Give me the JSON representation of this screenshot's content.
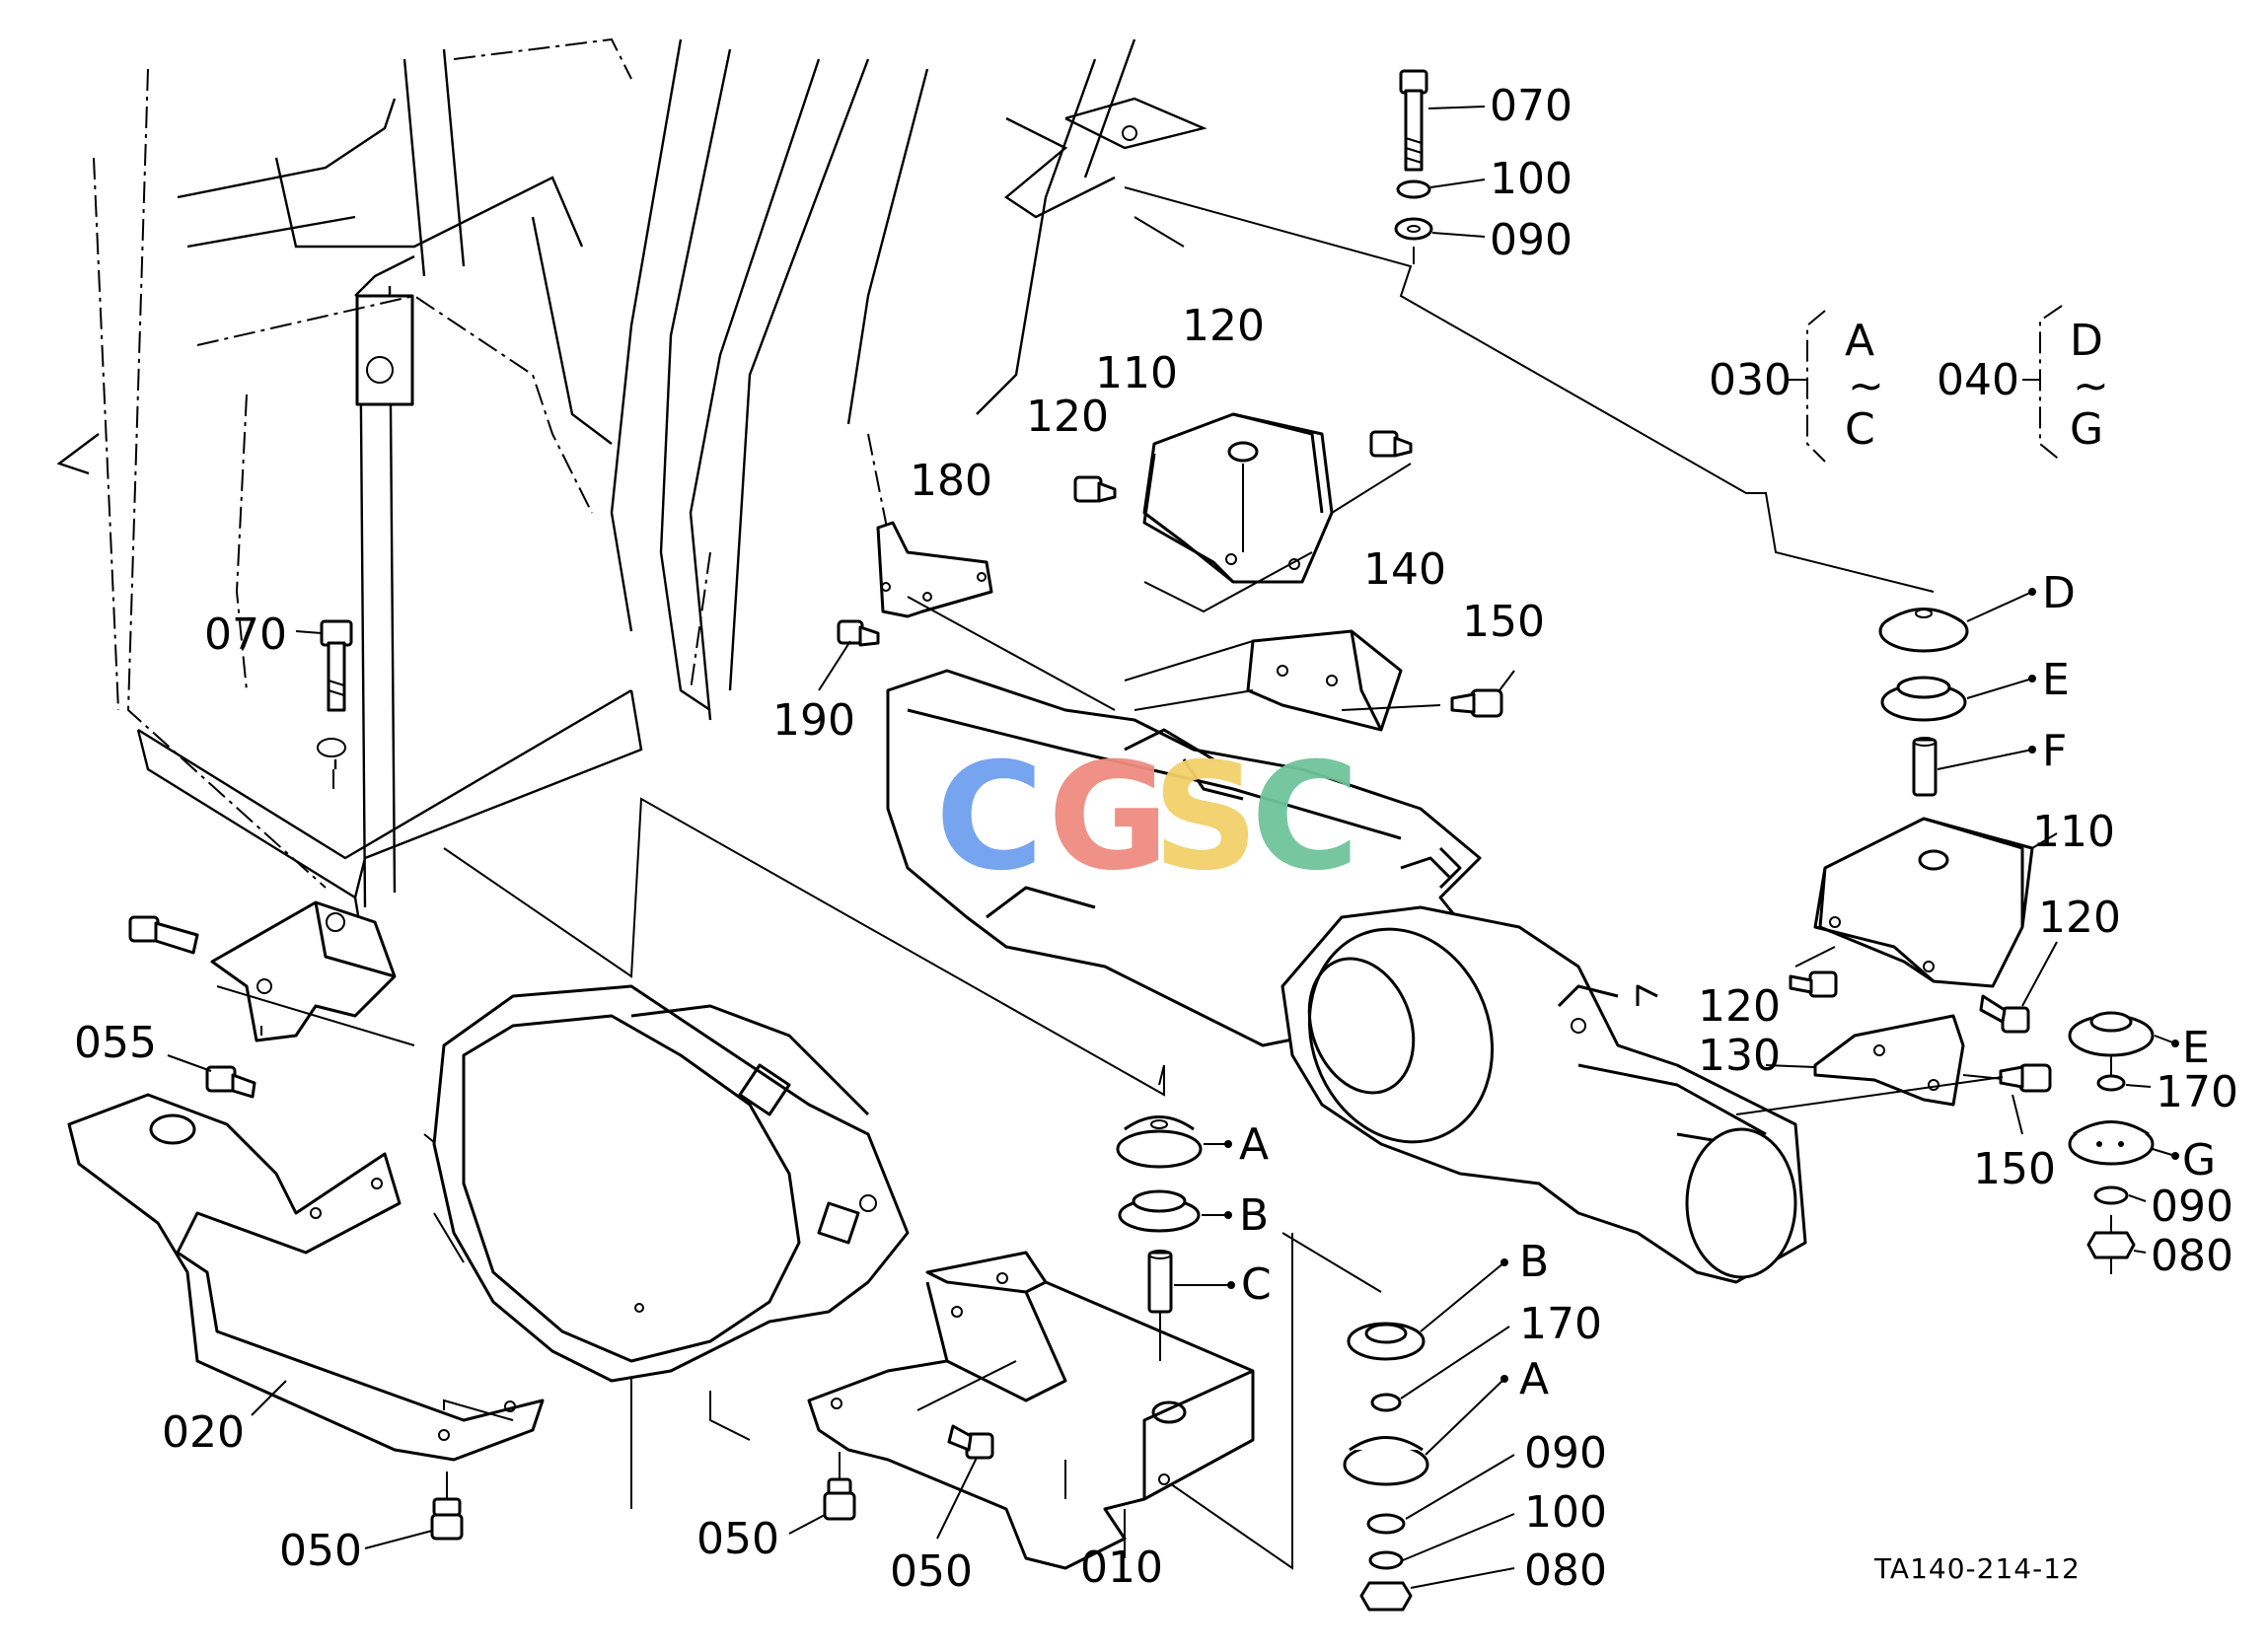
{
  "diagram": {
    "reference_code": "TA140-214-12",
    "watermark": {
      "letters": [
        "C",
        "G",
        "S",
        "C"
      ],
      "colors": [
        "#6fa0ef",
        "#ef8c80",
        "#f2d06a",
        "#6fc39a"
      ]
    },
    "callouts": {
      "c070_top": "070",
      "c100_top": "100",
      "c090_top": "090",
      "c120_a": "120",
      "c110_a": "110",
      "c120_b": "120",
      "c180": "180",
      "c140": "140",
      "c150_a": "150",
      "c190": "190",
      "c070_left": "070",
      "c055": "055",
      "c020": "020",
      "c050_a": "050",
      "c050_b": "050",
      "c050_c": "050",
      "c010": "010",
      "cA_mid": "A",
      "cB_mid": "B",
      "cC_mid": "C",
      "cB_low": "B",
      "c170_low": "170",
      "cA_low": "A",
      "c090_low": "090",
      "c100_low": "100",
      "c080_low": "080",
      "cD": "D",
      "cE_top": "E",
      "cF": "F",
      "c110_b": "110",
      "c120_c": "120",
      "c120_d": "120",
      "c130": "130",
      "c150_b": "150",
      "cE_right": "E",
      "c170_right": "170",
      "cG": "G",
      "c090_right": "090",
      "c080_right": "080"
    },
    "groups": {
      "g030": {
        "code": "030",
        "from": "A",
        "to": "C",
        "sep": "~"
      },
      "g040": {
        "code": "040",
        "from": "D",
        "to": "G",
        "sep": "~"
      }
    }
  }
}
